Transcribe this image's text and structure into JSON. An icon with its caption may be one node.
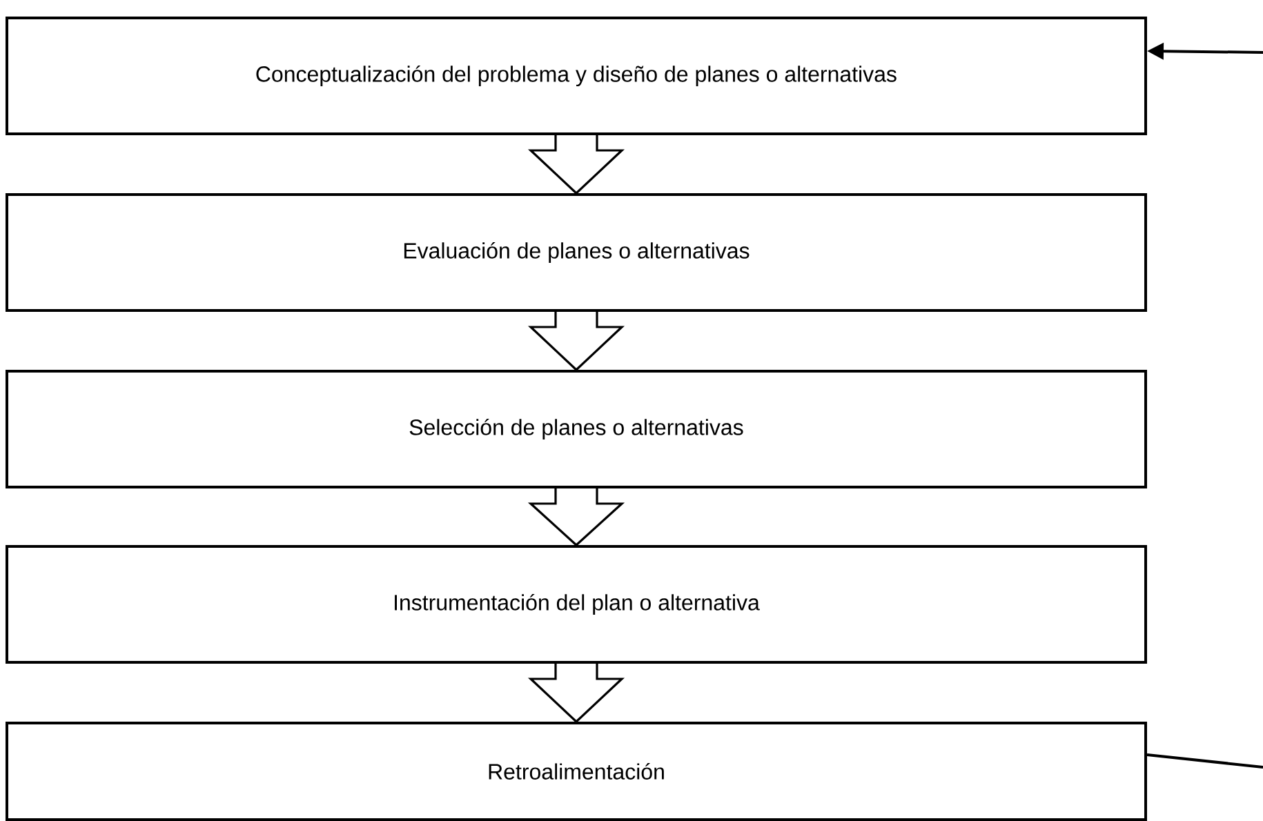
{
  "diagram": {
    "nodes": [
      {
        "text": [
          "Conceptualización del problema y diseño de planes o alternativas"
        ]
      },
      {
        "text": [
          "Evaluación de planes o alternativas"
        ]
      },
      {
        "text": [
          "Selección de planes o alternativas"
        ]
      },
      {
        "text": [
          "Instrumentación del plan o alternativa"
        ]
      },
      {
        "text": [
          "Retroalimentación"
        ]
      }
    ],
    "edges": [
      {
        "from": 0,
        "to": 1,
        "arrow": "to"
      },
      {
        "from": 1,
        "to": 2,
        "arrow": "to"
      },
      {
        "from": 2,
        "to": 3,
        "arrow": "to"
      },
      {
        "from": 3,
        "to": 4,
        "arrow": "to"
      },
      {
        "from": null,
        "to": 0,
        "arrow": "to"
      },
      {
        "from": 4,
        "to": null,
        "arrow": "none"
      }
    ]
  }
}
